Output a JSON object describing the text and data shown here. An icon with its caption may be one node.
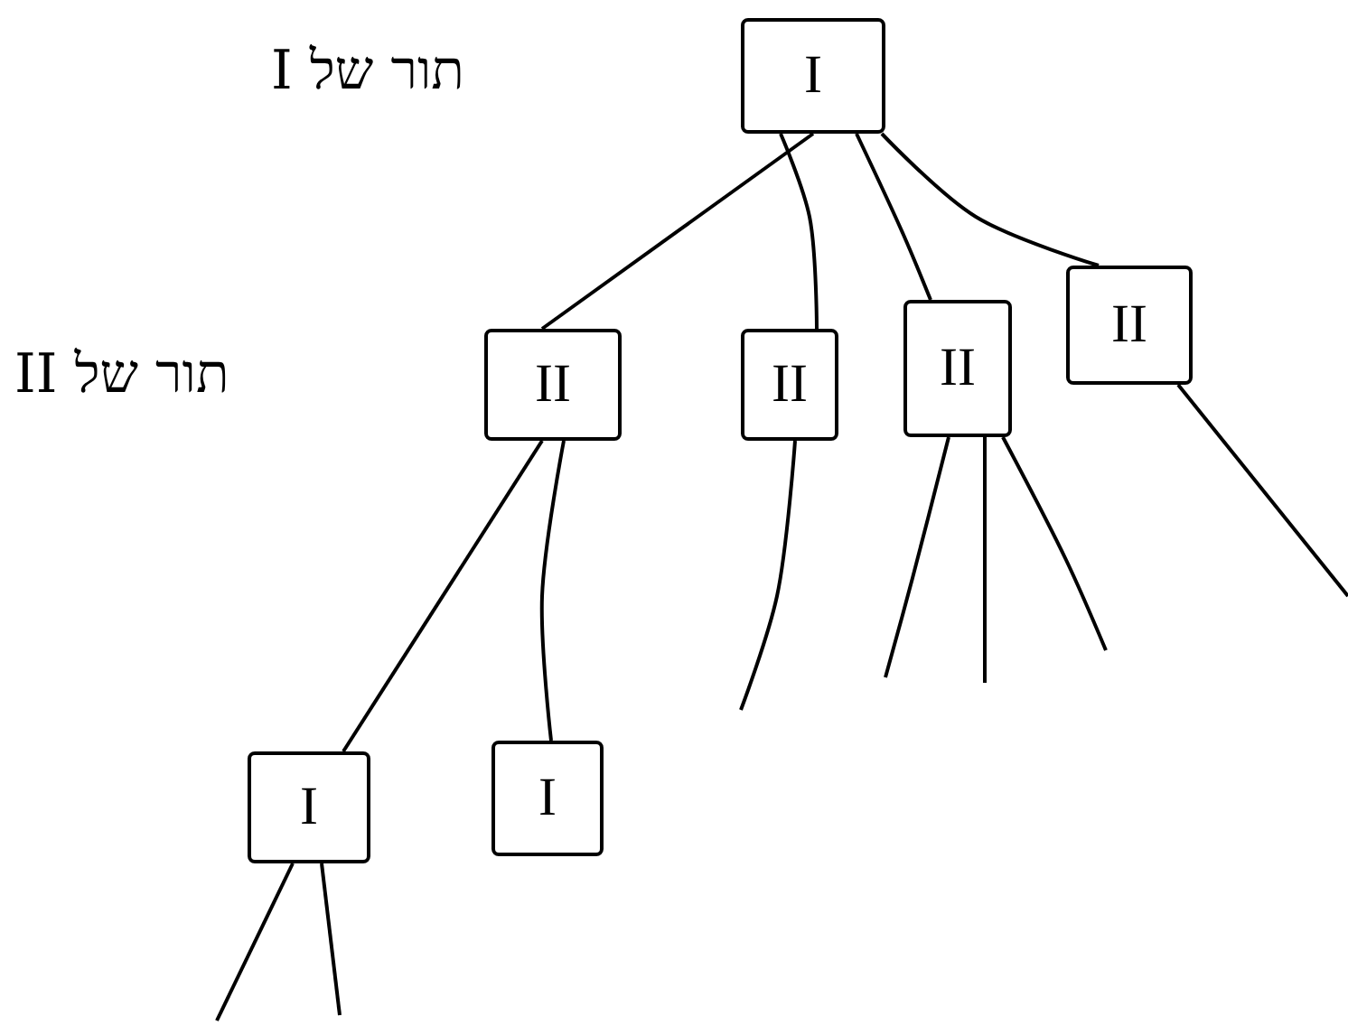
{
  "diagram": {
    "nodes": [
      {
        "text": [
          "I"
        ]
      },
      {
        "text": [
          "II"
        ]
      },
      {
        "text": [
          "II"
        ]
      },
      {
        "text": [
          "II"
        ]
      },
      {
        "text": [
          "II"
        ]
      },
      {
        "text": [
          "I"
        ]
      },
      {
        "text": [
          "I"
        ]
      }
    ],
    "edges": [
      {
        "from": 0,
        "to": 1,
        "arrow": "none"
      },
      {
        "from": 0,
        "to": 2,
        "arrow": "none"
      },
      {
        "from": 0,
        "to": 3,
        "arrow": "none"
      },
      {
        "from": 0,
        "to": 4,
        "arrow": "none"
      },
      {
        "from": 1,
        "to": 5,
        "arrow": "none"
      },
      {
        "from": 1,
        "to": 6,
        "arrow": "none"
      },
      {
        "from": 2,
        "to": null,
        "arrow": "none"
      },
      {
        "from": 3,
        "to": null,
        "arrow": "none"
      },
      {
        "from": 3,
        "to": null,
        "arrow": "none"
      },
      {
        "from": 3,
        "to": null,
        "arrow": "none"
      },
      {
        "from": 4,
        "to": null,
        "arrow": "none"
      },
      {
        "from": 5,
        "to": null,
        "arrow": "none"
      },
      {
        "from": 5,
        "to": null,
        "arrow": "none"
      }
    ],
    "labels": [
      "תור של I",
      "תור של II"
    ]
  }
}
